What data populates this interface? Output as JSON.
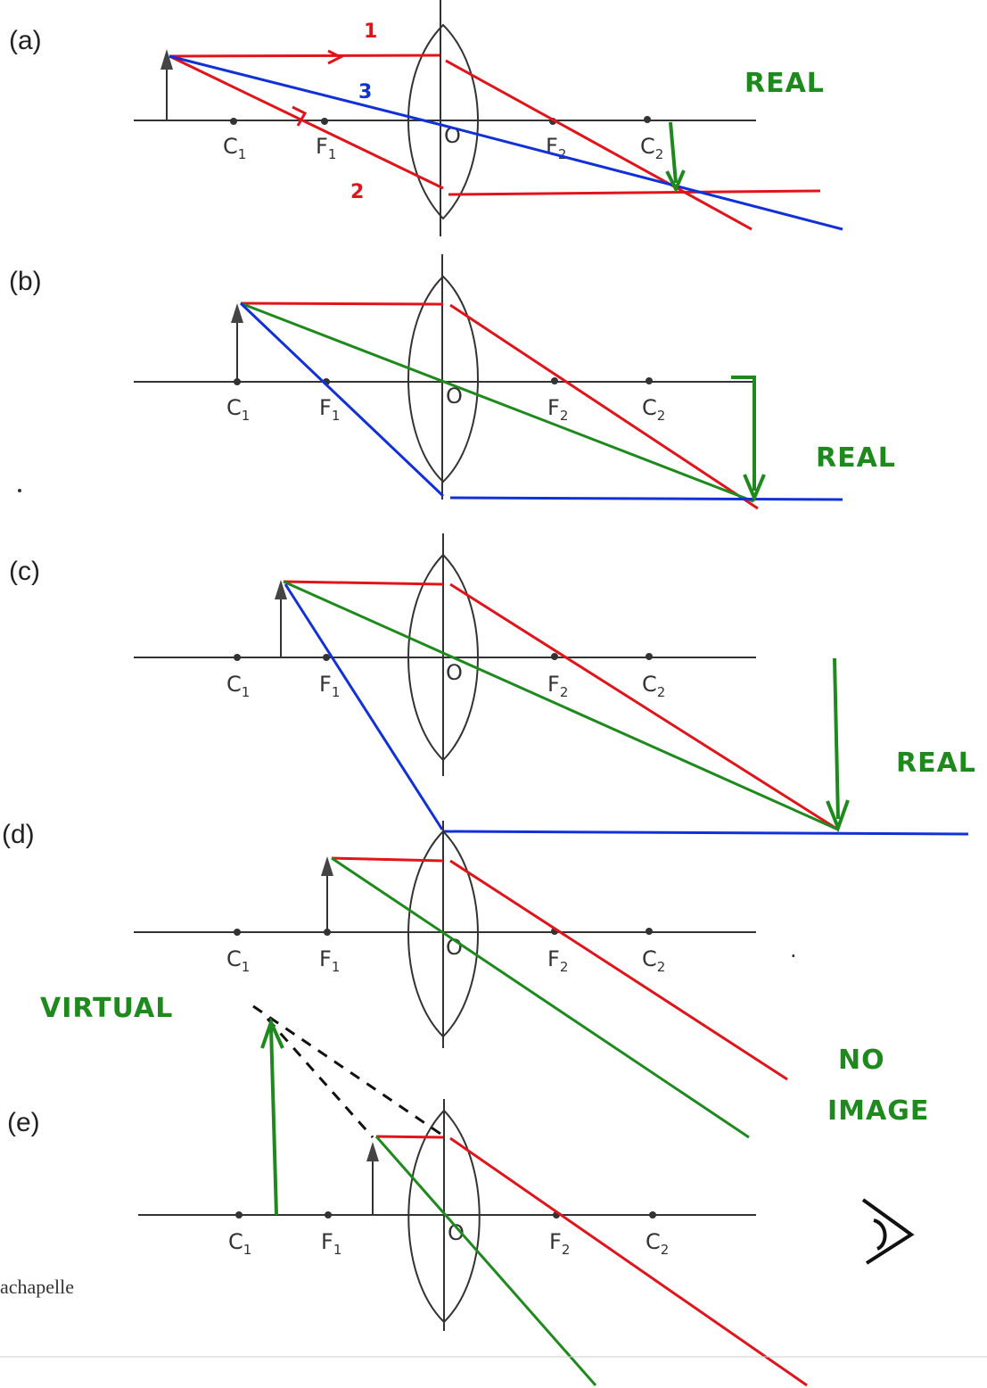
{
  "panels": [
    {
      "label": "(a)",
      "annotation": "REAL"
    },
    {
      "label": "(b)",
      "annotation": "REAL"
    },
    {
      "label": "(c)",
      "annotation": "REAL"
    },
    {
      "label": "(d)",
      "annotation": "NO IMAGE"
    },
    {
      "label": "(e)",
      "annotation": "VIRTUAL"
    }
  ],
  "points": {
    "c1": "C",
    "c1_sub": "1",
    "f1": "F",
    "f1_sub": "1",
    "o": "O",
    "f2": "F",
    "f2_sub": "2",
    "c2": "C",
    "c2_sub": "2"
  },
  "ray_numbers": [
    "1",
    "2",
    "3"
  ],
  "annotations": {
    "no_image_line1": "NO",
    "no_image_line2": "IMAGE"
  },
  "credit": "achapelle",
  "colors": {
    "ray_red": "#e0141a",
    "ray_blue": "#1230d8",
    "ray_green": "#1e8a1e",
    "annotation_green": "#1e8a1e"
  }
}
